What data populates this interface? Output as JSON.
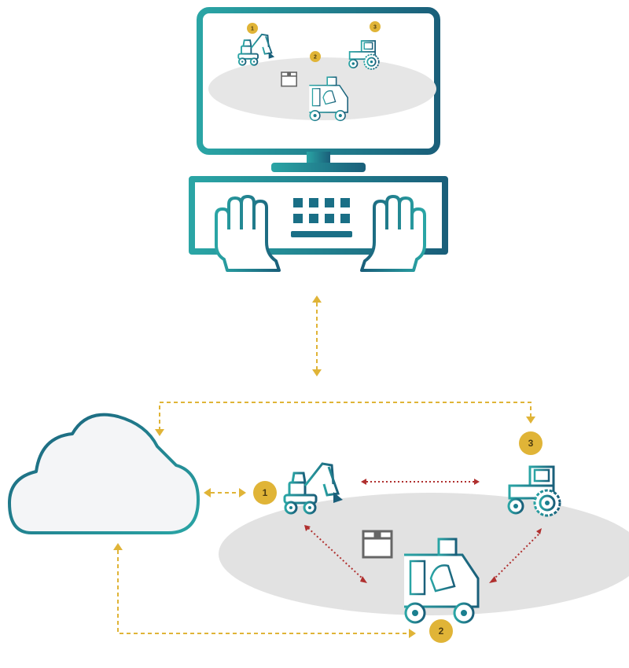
{
  "colors": {
    "teal_light": "#2aa5a5",
    "teal_dark": "#1a5f7a",
    "badge_gold": "#e0b437",
    "connector_gold": "#e0b437",
    "connector_red": "#b0302f",
    "ground_gray": "#e2e2e2",
    "screen_gray": "#e6e6e6"
  },
  "icons": [
    "monitor-icon",
    "keyboard-icon",
    "hands-icon",
    "cloud-icon",
    "excavator-icon",
    "forklift-icon",
    "tractor-icon",
    "box-icon"
  ],
  "badges": {
    "excavator": "1",
    "forklift": "2",
    "tractor": "3"
  },
  "screen_badges": {
    "excavator": "1",
    "forklift": "2",
    "tractor": "3"
  }
}
